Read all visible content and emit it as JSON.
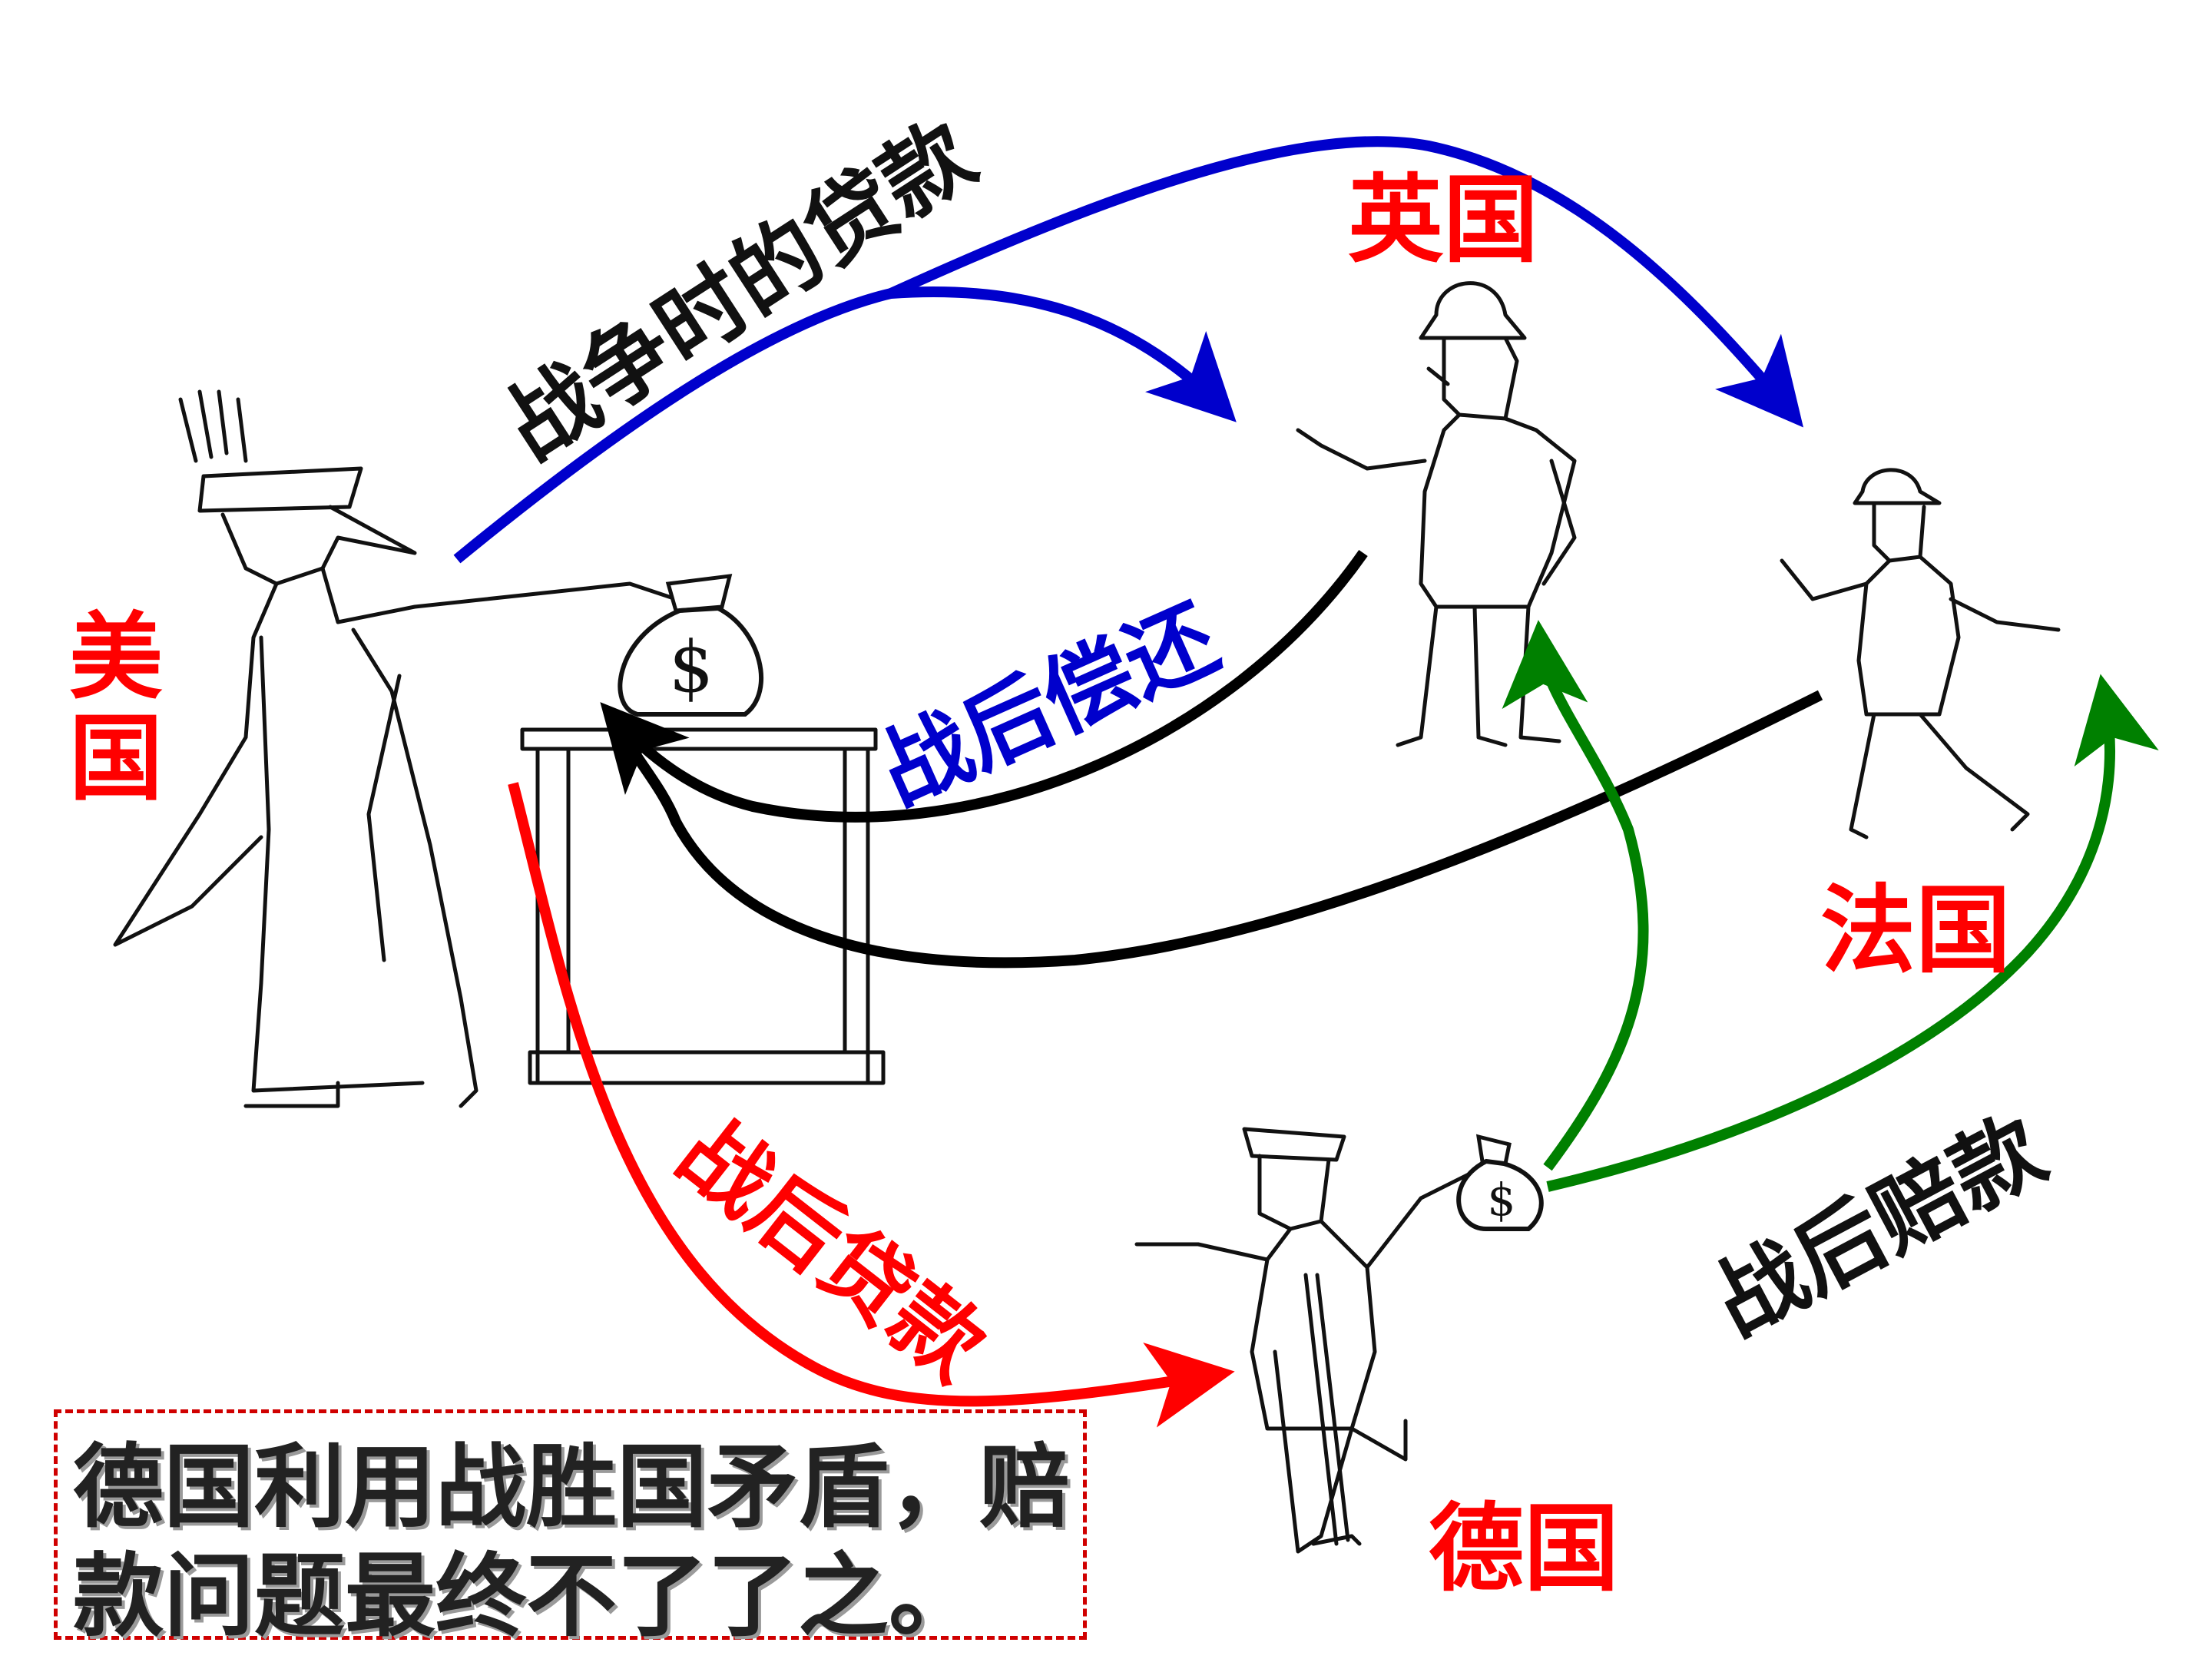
{
  "countries": {
    "usa": "美国",
    "britain": "英国",
    "france": "法国",
    "germany": "德国"
  },
  "flows": {
    "war_loans": "战争时的贷款",
    "postwar_repayment": "战后偿还",
    "postwar_loans": "战后贷款",
    "postwar_reparations": "战后赔款"
  },
  "note": {
    "line1": "德国利用战胜国矛盾，赔",
    "line2": "款问题最终不了了之。"
  },
  "icons": {
    "money_bag_symbol": "$"
  },
  "colors": {
    "war_loans": "#0000cc",
    "postwar_repayment": "#000000",
    "postwar_loans": "#ff0000",
    "postwar_reparations": "#008000",
    "country_label": "#ff0000",
    "note_border": "#d00000"
  }
}
